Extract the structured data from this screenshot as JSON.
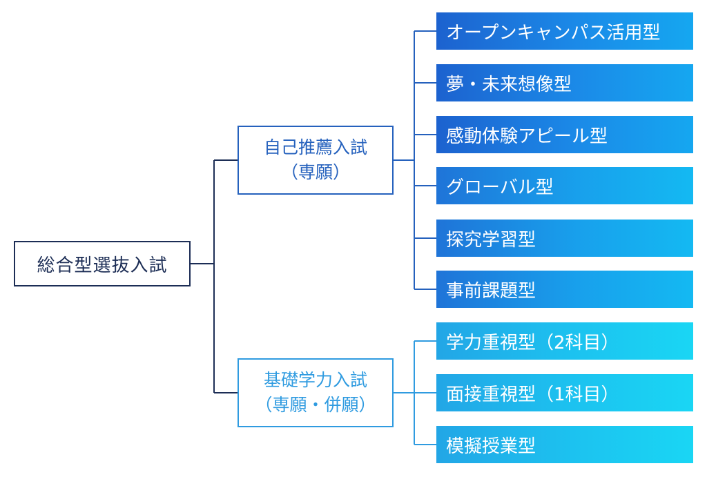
{
  "root": {
    "label": "総合型選抜入試"
  },
  "branches": [
    {
      "label": "自己推薦入試",
      "sublabel": "（専願）",
      "color": "#2561bd",
      "items": [
        "オープンキャンパス活用型",
        "夢・未来想像型",
        "感動体験アピール型",
        "グローバル型",
        "探究学習型",
        "事前課題型"
      ]
    },
    {
      "label": "基礎学力入試",
      "sublabel": "（専願・併願）",
      "color": "#2f9be0",
      "items": [
        "学力重視型（2科目）",
        "面接重視型（1科目）",
        "模擬授業型"
      ]
    }
  ],
  "colors": {
    "root_border": "#1c2d55",
    "connector_dark": "#1c2d55",
    "connector_mid": "#2561bd",
    "connector_light": "#2f9be0"
  }
}
